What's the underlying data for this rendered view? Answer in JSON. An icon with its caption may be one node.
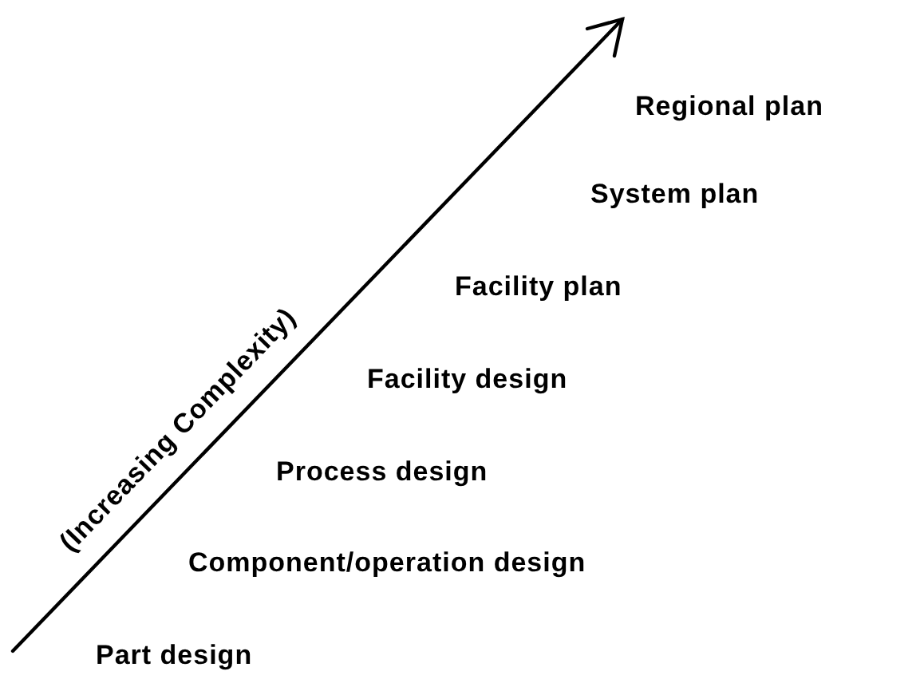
{
  "diagram": {
    "labels": [
      "(Increasing Complexity)",
      "Regional plan",
      "System plan",
      "Facility plan",
      "Facility design",
      "Process design",
      "Component/operation design",
      "Part design"
    ]
  }
}
